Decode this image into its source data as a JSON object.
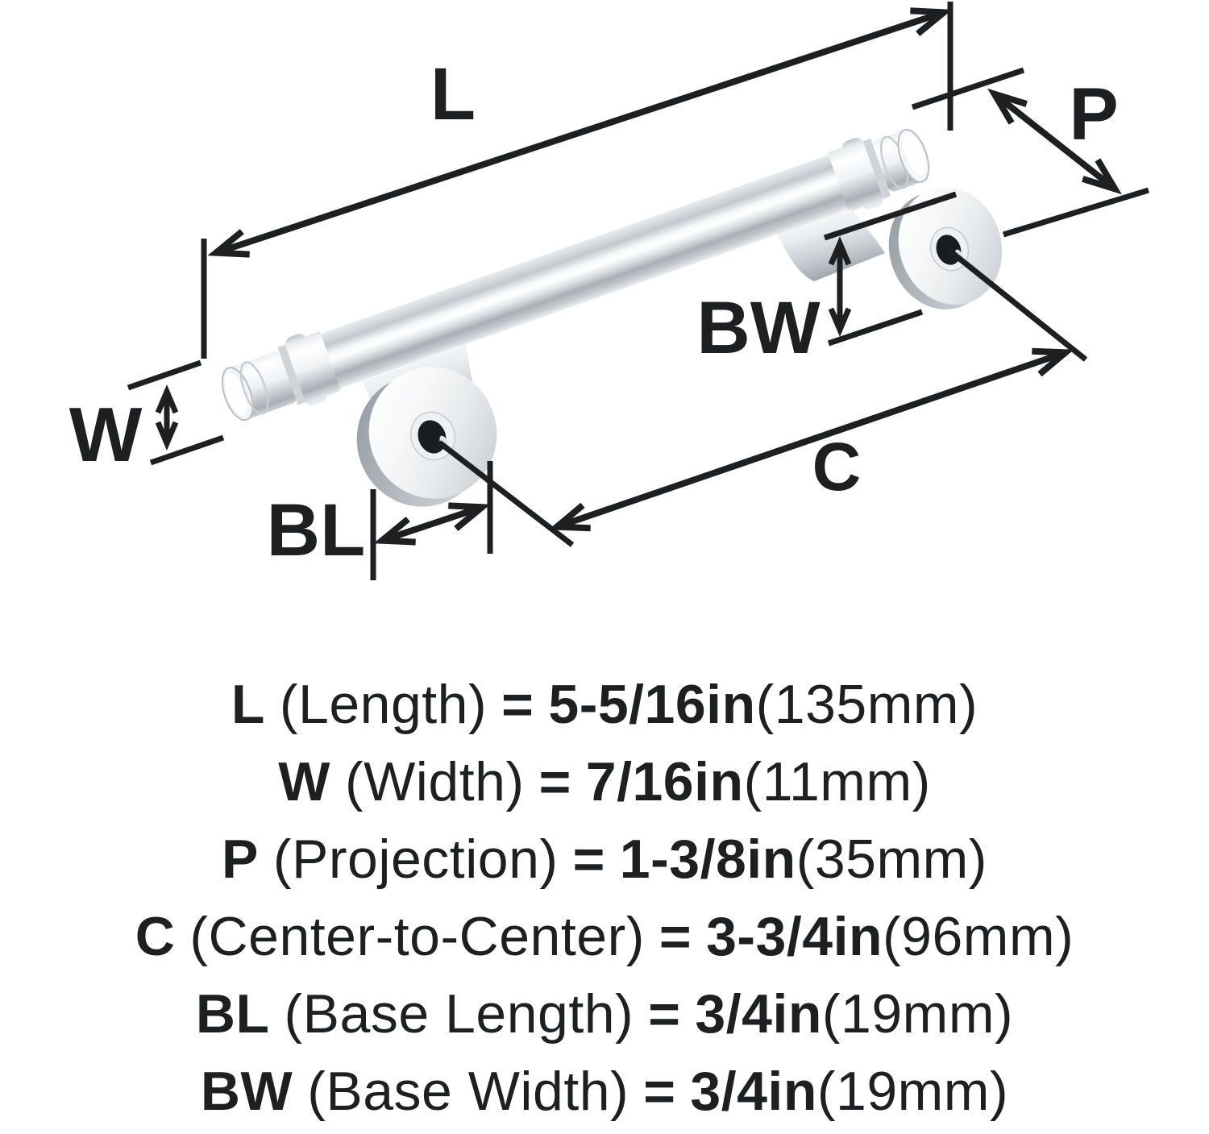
{
  "diagram": {
    "labels": {
      "L": "L",
      "W": "W",
      "P": "P",
      "C": "C",
      "BL": "BL",
      "BW": "BW"
    }
  },
  "specs": [
    {
      "symbol": "L",
      "name": "(Length)",
      "eq": "=",
      "value": "5-5/16in",
      "metric": "(135mm)"
    },
    {
      "symbol": "W",
      "name": "(Width)",
      "eq": "=",
      "value": "7/16in",
      "metric": "(11mm)"
    },
    {
      "symbol": "P",
      "name": "(Projection)",
      "eq": "=",
      "value": "1-3/8in",
      "metric": "(35mm)"
    },
    {
      "symbol": "C",
      "name": "(Center-to-Center)",
      "eq": "=",
      "value": "3-3/4in",
      "metric": "(96mm)"
    },
    {
      "symbol": "BL",
      "name": "(Base Length)",
      "eq": "=",
      "value": "3/4in",
      "metric": "(19mm)"
    },
    {
      "symbol": "BW",
      "name": "(Base Width)",
      "eq": "=",
      "value": "3/4in",
      "metric": "(19mm)"
    }
  ],
  "colors": {
    "line": "#1e1f21",
    "hole": "#1a1d20",
    "chrome_light": "#ffffff",
    "chrome_dark": "#9aa2a9"
  }
}
